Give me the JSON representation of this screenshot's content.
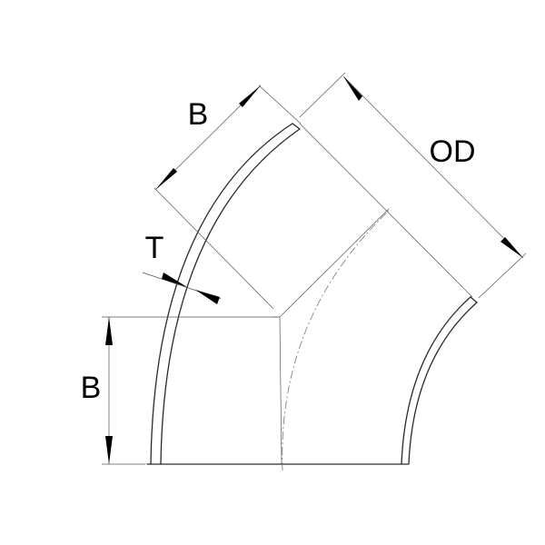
{
  "labels": {
    "top_length": "B",
    "outer_diameter": "OD",
    "wall_thickness": "T",
    "bottom_length": "B"
  },
  "colors": {
    "line": "#2a2a2a",
    "dimension": "#000000",
    "background": "#ffffff"
  }
}
